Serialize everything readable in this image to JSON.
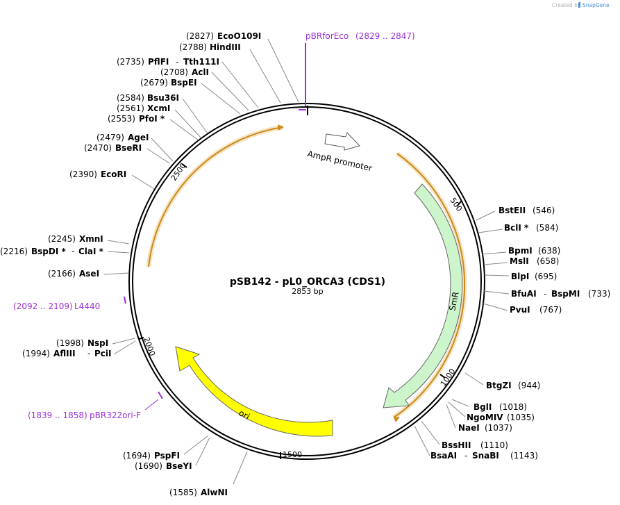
{
  "header": {
    "created_by": "Created by",
    "brand": "SnapGene"
  },
  "plasmid": {
    "name": "pSB142 - pL0_ORCA3 (CDS1)",
    "length_label": "2853 bp",
    "length": 2853
  },
  "ticks": [
    "500",
    "1000",
    "1500",
    "2000",
    "2500"
  ],
  "features": [
    {
      "name": "AmpR promoter",
      "color": "#ffffff"
    },
    {
      "name": "SmR",
      "color": "#ccf5cc"
    },
    {
      "name": "ori",
      "color": "#ffff00"
    }
  ],
  "sites": [
    {
      "name": "EcoO109I",
      "pos": "(2827)",
      "side": "left"
    },
    {
      "name": "HindIII",
      "pos": "(2788)",
      "side": "left"
    },
    {
      "name": "PflFI",
      "name2": "Tth111I",
      "pos": "(2735)",
      "side": "left"
    },
    {
      "name": "AclI",
      "pos": "(2708)",
      "side": "left"
    },
    {
      "name": "BspEI",
      "pos": "(2679)",
      "side": "left"
    },
    {
      "name": "Bsu36I",
      "pos": "(2584)",
      "side": "left"
    },
    {
      "name": "XcmI",
      "pos": "(2561)",
      "side": "left"
    },
    {
      "name": "PfoI *",
      "pos": "(2553)",
      "side": "left"
    },
    {
      "name": "AgeI",
      "pos": "(2479)",
      "side": "left"
    },
    {
      "name": "BseRI",
      "pos": "(2470)",
      "side": "left"
    },
    {
      "name": "EcoRI",
      "pos": "(2390)",
      "side": "left"
    },
    {
      "name": "XmnI",
      "pos": "(2245)",
      "side": "left"
    },
    {
      "name": "BspDI *",
      "name2": "ClaI *",
      "pos": "(2216)",
      "side": "left"
    },
    {
      "name": "AseI",
      "pos": "(2166)",
      "side": "left"
    },
    {
      "name": "NspI",
      "pos": "(1998)",
      "side": "left"
    },
    {
      "name": "AflIII",
      "name2": "PciI",
      "pos": "(1994)",
      "side": "left"
    },
    {
      "name": "PspFI",
      "pos": "(1694)",
      "side": "left"
    },
    {
      "name": "BseYI",
      "pos": "(1690)",
      "side": "left"
    },
    {
      "name": "AlwNI",
      "pos": "(1585)",
      "side": "left"
    },
    {
      "name": "BstEII",
      "pos": "(546)",
      "side": "right"
    },
    {
      "name": "BclI *",
      "pos": "(584)",
      "side": "right"
    },
    {
      "name": "BpmI",
      "pos": "(638)",
      "side": "right"
    },
    {
      "name": "MslI",
      "pos": "(658)",
      "side": "right"
    },
    {
      "name": "BlpI",
      "pos": "(695)",
      "side": "right"
    },
    {
      "name": "BfuAI",
      "name2": "BspMI",
      "pos": "(733)",
      "side": "right"
    },
    {
      "name": "PvuI",
      "pos": "(767)",
      "side": "right"
    },
    {
      "name": "BtgZI",
      "pos": "(944)",
      "side": "right"
    },
    {
      "name": "BglI",
      "pos": "(1018)",
      "side": "right"
    },
    {
      "name": "NgoMIV",
      "pos": "(1035)",
      "side": "right"
    },
    {
      "name": "NaeI",
      "pos": "(1037)",
      "side": "right"
    },
    {
      "name": "BssHII",
      "pos": "(1110)",
      "side": "right"
    },
    {
      "name": "BsaAI",
      "name2": "SnaBI",
      "pos": "(1143)",
      "side": "right"
    }
  ],
  "primers": [
    {
      "name": "pBRforEco",
      "range": "(2829 .. 2847)"
    },
    {
      "name": "L4440",
      "range": "(2092 .. 2109)"
    },
    {
      "name": "pBR322ori-F",
      "range": "(1839 .. 1858)"
    }
  ],
  "colors": {
    "primer": "#9a2fd6",
    "orf_fill": "#f6e4c4",
    "orf_stroke": "#c98a18",
    "backbone": "#000000"
  }
}
